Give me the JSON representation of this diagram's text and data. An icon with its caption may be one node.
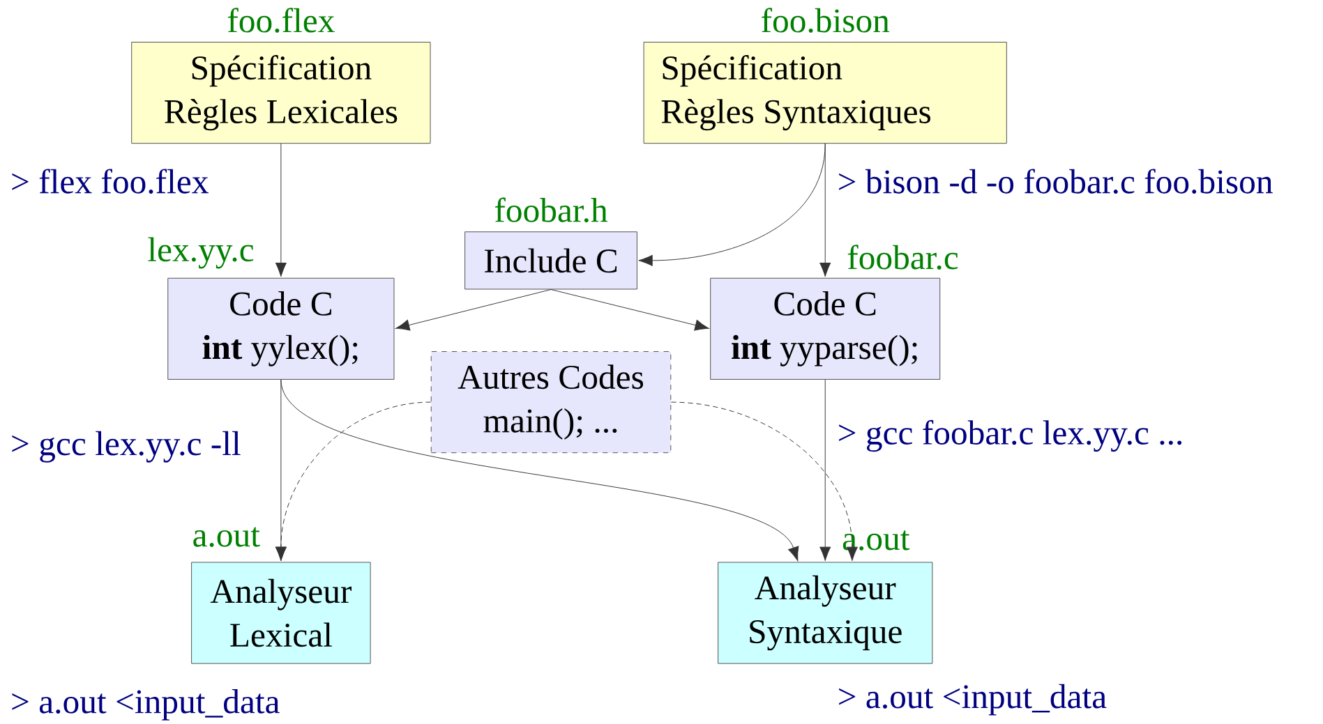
{
  "diagram": {
    "nodes": [
      {
        "text": [
          "Spécification",
          "Règles Lexicales"
        ],
        "beside": [
          "foo.flex"
        ]
      },
      {
        "text": [
          "Spécification",
          "Règles Syntaxiques"
        ],
        "beside": [
          "foo.bison"
        ]
      },
      {
        "text": [
          "Include C"
        ],
        "beside": [
          "foobar.h"
        ]
      },
      {
        "text": [
          "Code C",
          "**int** yylex();"
        ],
        "beside": [
          "lex.yy.c"
        ]
      },
      {
        "text": [
          "Code C",
          "**int** yyparse();"
        ],
        "beside": [
          "foobar.c"
        ]
      },
      {
        "text": [
          "Autres Codes",
          "main(); ..."
        ]
      },
      {
        "text": [
          "Analyseur",
          "Lexical"
        ],
        "beside": [
          "a.out"
        ]
      },
      {
        "text": [
          "Analyseur",
          "Syntaxique"
        ],
        "beside": [
          "a.out"
        ]
      }
    ],
    "edges": [
      {
        "from": 0,
        "to": 3,
        "arrow": "to"
      },
      {
        "from": 1,
        "to": 2,
        "arrow": "to"
      },
      {
        "from": 1,
        "to": 4,
        "arrow": "to"
      },
      {
        "from": 2,
        "to": 3,
        "arrow": "to"
      },
      {
        "from": 2,
        "to": 4,
        "arrow": "to"
      },
      {
        "from": 3,
        "to": 6,
        "arrow": "to"
      },
      {
        "from": 3,
        "to": 7,
        "arrow": "to"
      },
      {
        "from": 4,
        "to": 7,
        "arrow": "to"
      },
      {
        "from": 5,
        "to": 6,
        "arrow": "to",
        "style": "dashed"
      },
      {
        "from": 5,
        "to": 7,
        "arrow": "to",
        "style": "dashed"
      }
    ],
    "labels": [
      "> flex foo.flex",
      "> bison -d -o foobar.c foo.bison",
      "> gcc lex.yy.c -ll",
      "> gcc foobar.c lex.yy.c ...",
      "> a.out <input_data",
      "> a.out <input_data"
    ]
  }
}
